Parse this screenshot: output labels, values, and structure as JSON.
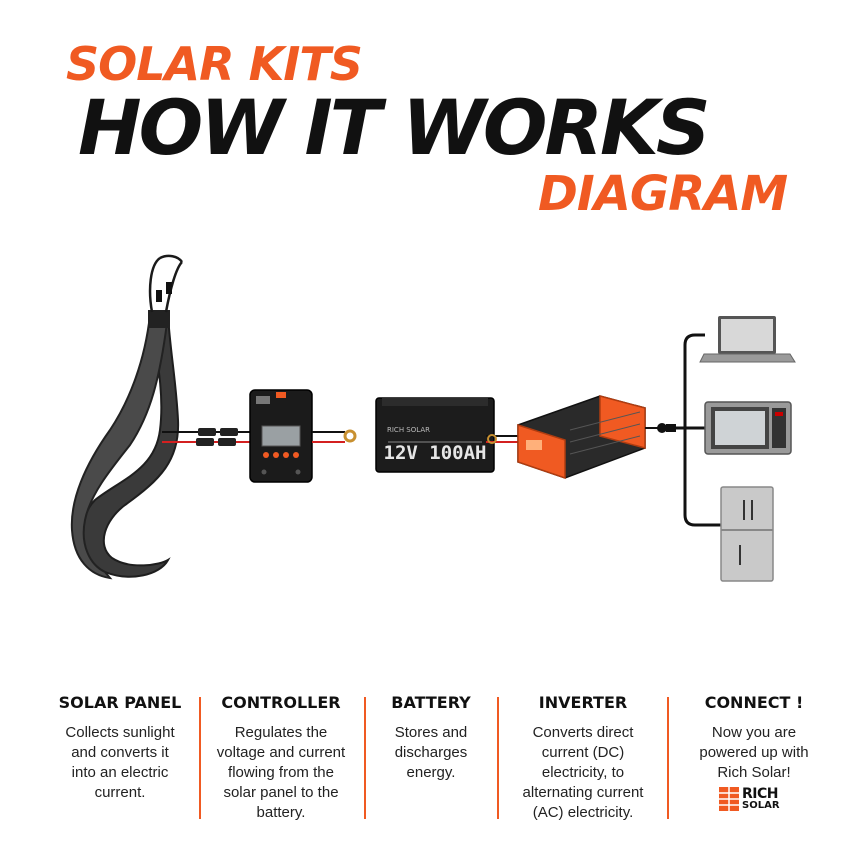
{
  "header": {
    "line1": "SOLAR KITS",
    "line2": "HOW IT WORKS",
    "line3": "DIAGRAM"
  },
  "colors": {
    "accent": "#f05a22",
    "dark": "#111111"
  },
  "devices": {
    "battery_label": "12V 100AH",
    "battery_brand": "RICH SOLAR"
  },
  "steps": [
    {
      "title": "SOLAR PANEL",
      "text": [
        "Collects sunlight",
        "and converts it",
        "into an electric",
        "current."
      ]
    },
    {
      "title": "CONTROLLER",
      "text": [
        "Regulates the",
        "voltage and current",
        "flowing from the",
        "solar panel to the",
        "battery."
      ]
    },
    {
      "title": "BATTERY",
      "text": [
        "Stores and",
        "discharges",
        "energy."
      ]
    },
    {
      "title": "INVERTER",
      "text": [
        "Converts direct",
        "current (DC)",
        "electricity, to",
        "alternating current",
        "(AC) electricity."
      ]
    },
    {
      "title": "CONNECT !",
      "text": [
        "Now you are",
        "powered up with",
        "Rich Solar!"
      ]
    }
  ],
  "logo": {
    "word1": "RICH",
    "word2": "SOLAR"
  },
  "icons": [
    "flexible-solar-panel-icon",
    "charge-controller-icon",
    "battery-icon",
    "inverter-icon",
    "laptop-icon",
    "microwave-icon",
    "refrigerator-icon",
    "plug-icon"
  ]
}
